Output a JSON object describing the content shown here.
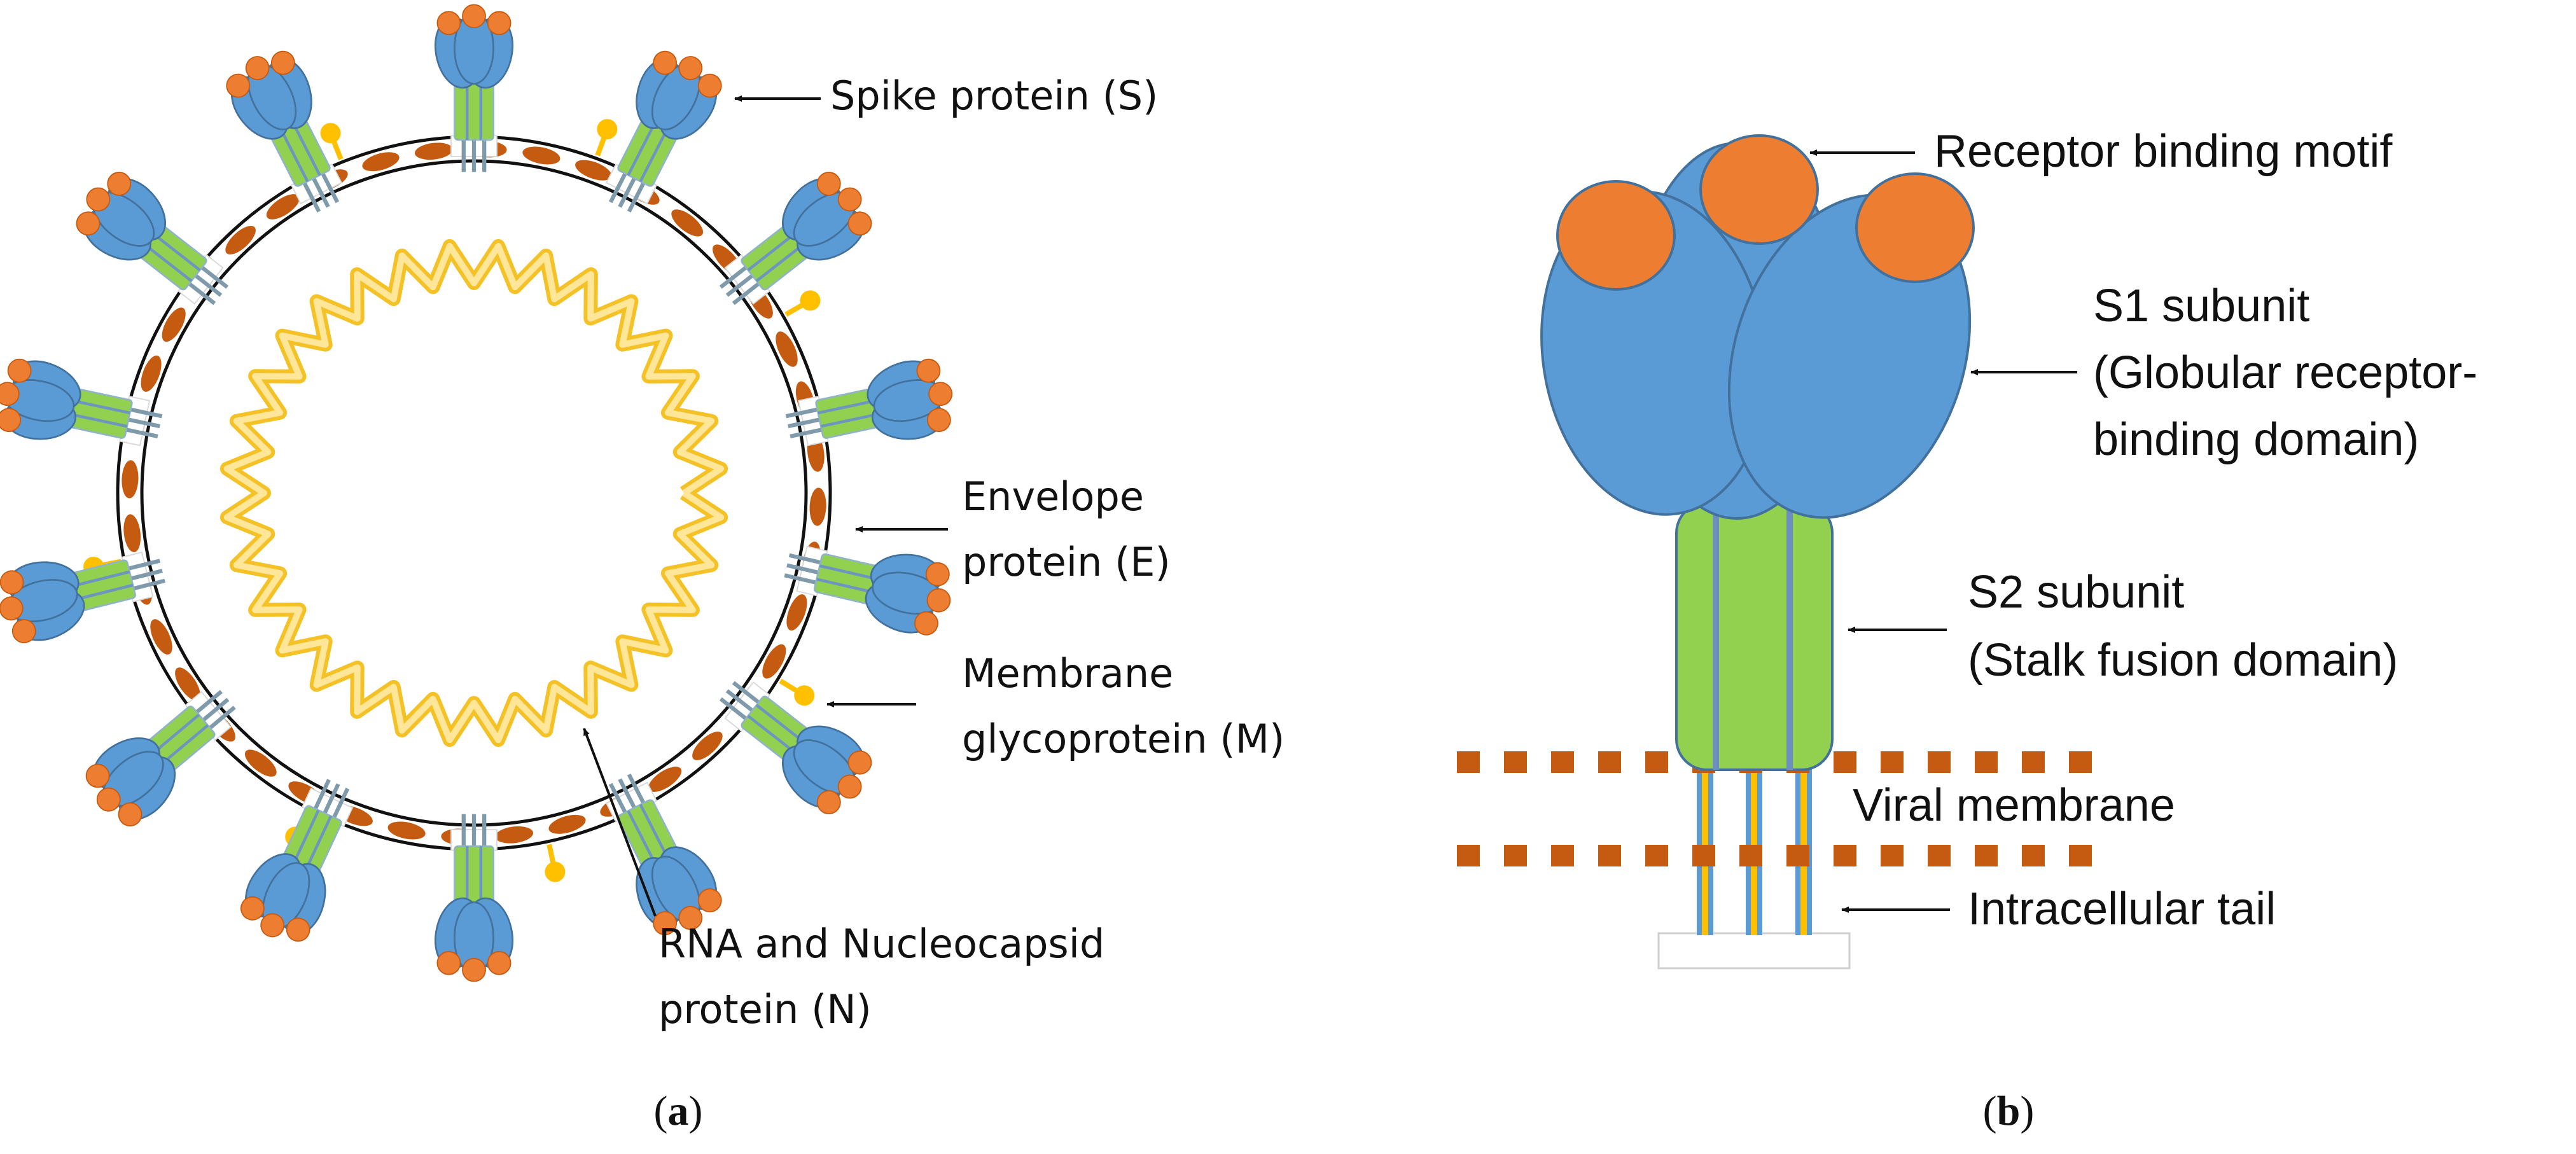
{
  "panel_a": {
    "caption_open": "(",
    "caption_letter": "a",
    "caption_close": ")",
    "spike_label": "Spike protein (S)",
    "envelope_label": [
      "Envelope",
      "protein (E)"
    ],
    "membrane_label": [
      "Membrane",
      "glycoprotein (M)"
    ],
    "rna_label": [
      "RNA and Nucleocapsid",
      "protein (N)"
    ]
  },
  "panel_b": {
    "caption_open": "(",
    "caption_letter": "b",
    "caption_close": ")",
    "rbm_label": "Receptor  binding motif",
    "s1_label": [
      "S1 subunit",
      "(Globular receptor-",
      "binding domain)"
    ],
    "s2_label": [
      "S2 subunit",
      "(Stalk fusion domain)"
    ],
    "viral_membrane_label": "Viral membrane",
    "tail_label": "Intracellular tail"
  },
  "colors": {
    "s1_blue": "#5b9bd5",
    "rbm_orange": "#ed7d31",
    "stalk_green": "#92d050",
    "envelope_brown": "#c55a11",
    "membrane_yellow": "#ffc000",
    "rna_yellow": "#ffd966",
    "tail_gray": "#8faab8"
  }
}
